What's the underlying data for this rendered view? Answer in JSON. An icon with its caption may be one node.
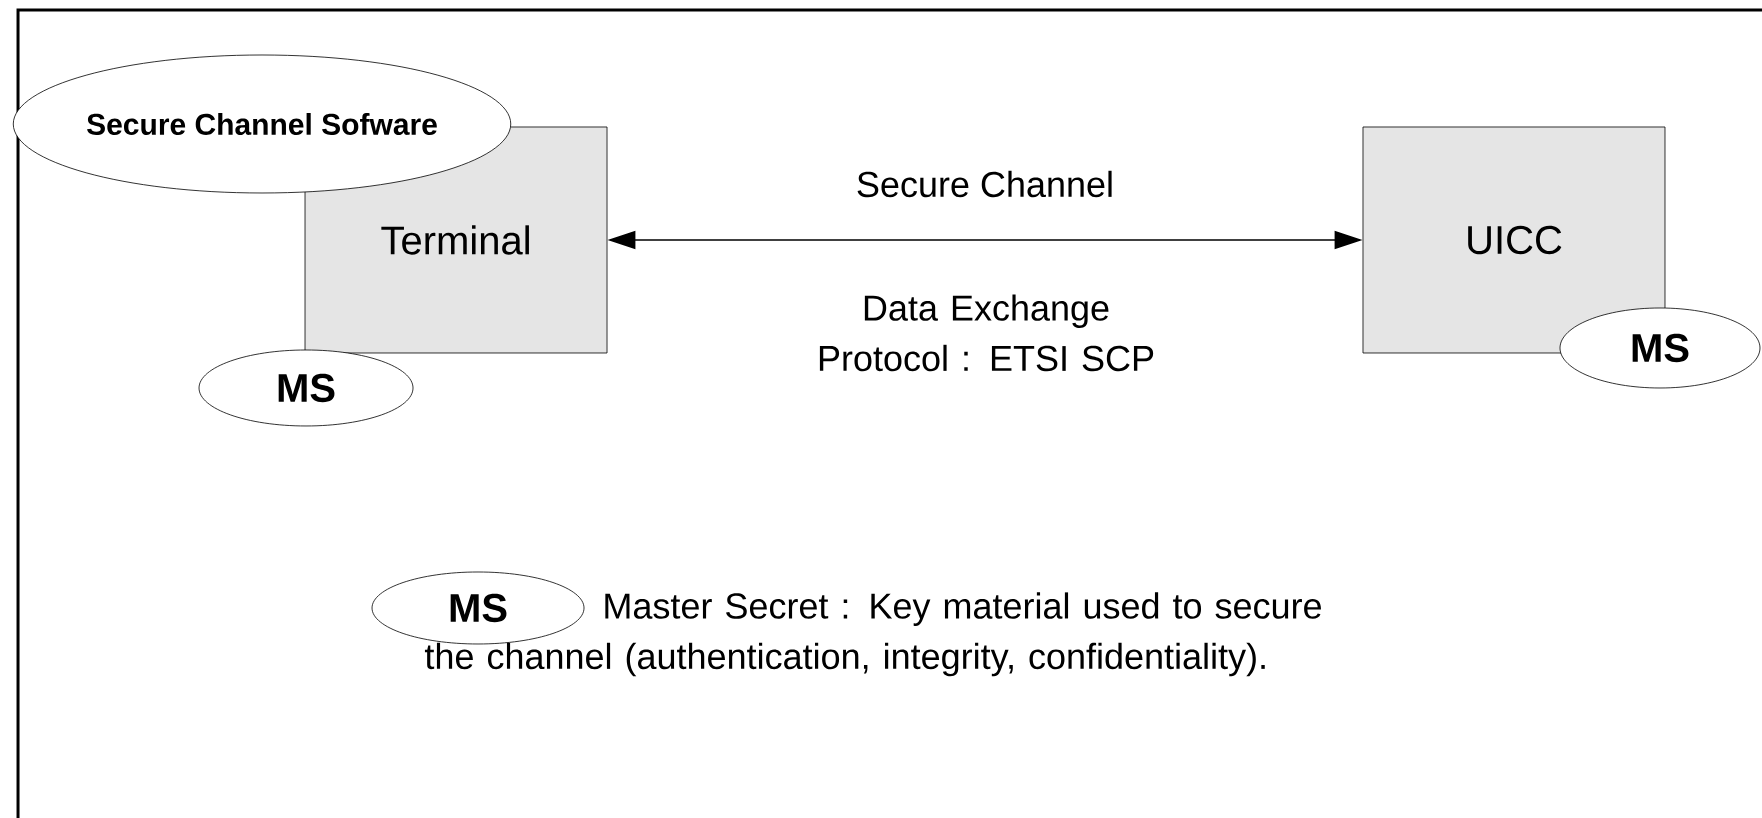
{
  "diagram": {
    "nodes": [
      {
        "text": [
          "Secure Channel Sofware"
        ]
      },
      {
        "text": [
          "Terminal"
        ]
      },
      {
        "text": [
          "MS"
        ]
      },
      {
        "text": [
          "UICC"
        ]
      },
      {
        "text": [
          "MS"
        ]
      },
      {
        "text": [
          "MS"
        ],
        "beside": [
          "Master Secret : Key material used to secure the channel (authentication, integrity, confidentiality)."
        ]
      }
    ],
    "edges": [
      {
        "from": 1,
        "to": 3,
        "arrow": "both",
        "label": "Secure Channel"
      }
    ],
    "labels": [
      "Data Exchange Protocol : ETSI SCP"
    ]
  }
}
